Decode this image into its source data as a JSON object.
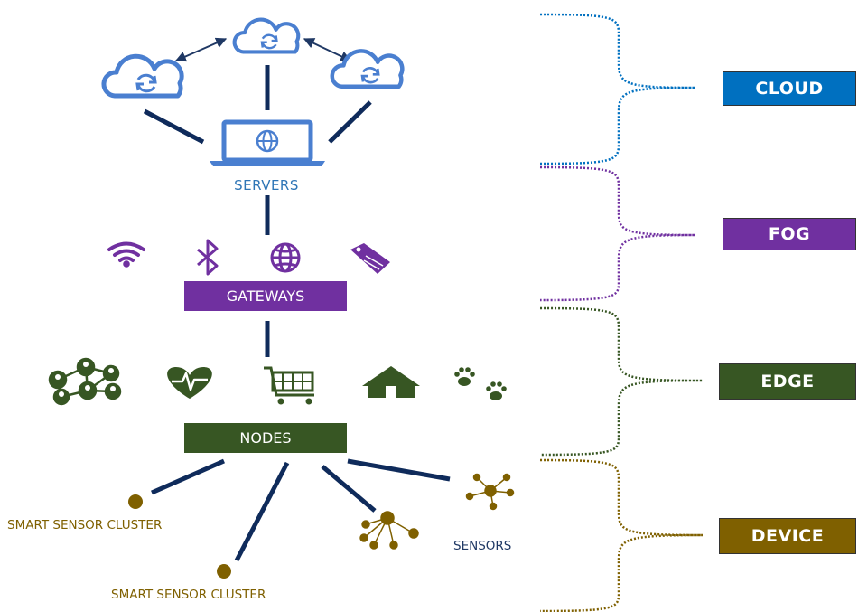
{
  "colors": {
    "cloud": "#0070c0",
    "fog": "#7030a0",
    "edge": "#375623",
    "device": "#7f6000",
    "icon_blue": "#4a7fd0",
    "connector": "#0f2b5b",
    "sensor_dot": "#7f6000",
    "servers_text": "#2e75b6",
    "device_text": "#7f6000",
    "sensors_text": "#1f3864"
  },
  "servers_label": "SERVERS",
  "gateways_label": "GATEWAYS",
  "nodes_label": "NODES",
  "tiers": {
    "cloud": "CLOUD",
    "fog": "FOG",
    "edge": "EDGE",
    "device": "DEVICE"
  },
  "cloud_icons": [
    "cloud-sync-icon",
    "cloud-sync-icon",
    "cloud-sync-icon"
  ],
  "server_icon": "laptop-globe-icon",
  "gateway_icons": [
    "wifi-icon",
    "bluetooth-icon",
    "globe-icon",
    "tag-icon"
  ],
  "node_icons": [
    "people-network-icon",
    "heartbeat-icon",
    "cart-icon",
    "home-icon",
    "paw-icon"
  ],
  "device_labels": {
    "smart_sensor_cluster_1": "SMART SENSOR CLUSTER",
    "smart_sensor_cluster_2": "SMART SENSOR CLUSTER",
    "sensors": "SENSORS"
  }
}
